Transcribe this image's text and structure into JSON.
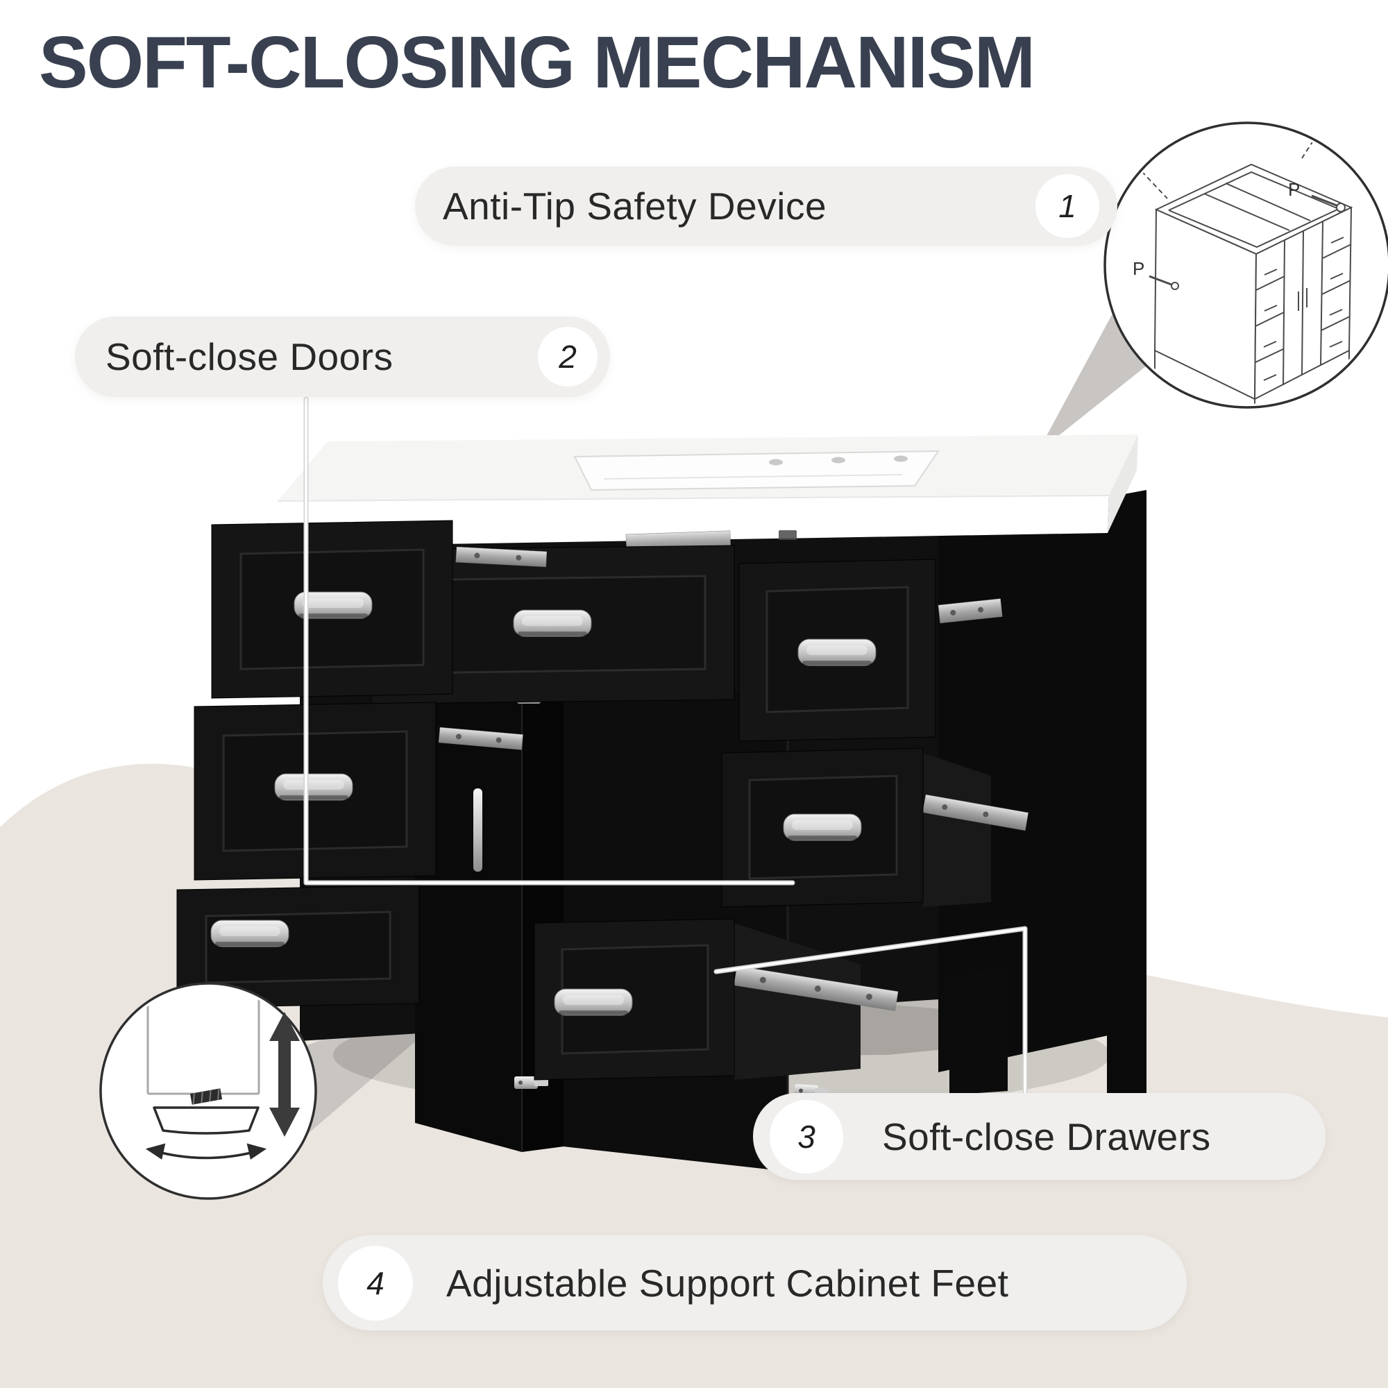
{
  "title": "SOFT-CLOSING MECHANISM",
  "callouts": [
    {
      "number": "1",
      "label": "Anti-Tip Safety Device"
    },
    {
      "number": "2",
      "label": "Soft-close Doors"
    },
    {
      "number": "3",
      "label": "Soft-close Drawers"
    },
    {
      "number": "4",
      "label": "Adjustable Support Cabinet Feet"
    }
  ],
  "insets": {
    "frame_diagram": {
      "p1": "P",
      "p2": "P"
    }
  },
  "colors": {
    "title": "#394050",
    "pill_bg": "#f0efed",
    "pill_text": "#282828",
    "beige": "#eae5df",
    "wedge": "#c9c5c2",
    "cabinet_black": "#0d0d0d",
    "counter_white": "#fafafa",
    "handle_silver": "#c6c6c6"
  }
}
